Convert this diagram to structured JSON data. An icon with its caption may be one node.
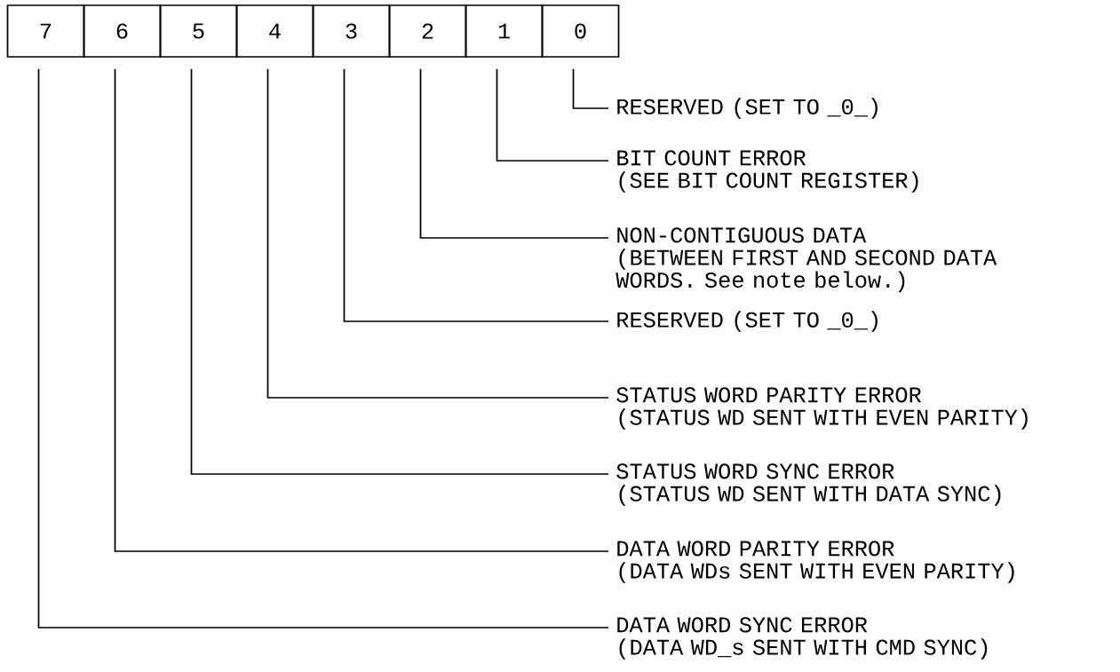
{
  "diagram": {
    "nodes": [
      {
        "text": [
          "7"
        ]
      },
      {
        "text": [
          "6"
        ]
      },
      {
        "text": [
          "5"
        ]
      },
      {
        "text": [
          "4"
        ]
      },
      {
        "text": [
          "3"
        ]
      },
      {
        "text": [
          "2"
        ]
      },
      {
        "text": [
          "1"
        ]
      },
      {
        "text": [
          "0"
        ]
      },
      {
        "text": [
          "RESERVED (SET TO _0_)"
        ]
      },
      {
        "text": [
          "BIT COUNT ERROR",
          "(SEE BIT COUNT REGISTER)"
        ]
      },
      {
        "text": [
          "NON-CONTIGUOUS DATA",
          "(BETWEEN FIRST AND SECOND DATA WORDS. See note below.)"
        ]
      },
      {
        "text": [
          "RESERVED (SET TO _0_)"
        ]
      },
      {
        "text": [
          "STATUS WORD PARITY ERROR",
          "(STATUS WD SENT WITH EVEN PARITY)"
        ]
      },
      {
        "text": [
          "STATUS WORD SYNC ERROR",
          "(STATUS WD SENT WITH DATA SYNC)"
        ]
      },
      {
        "text": [
          "DATA WORD PARITY ERROR",
          "(DATA WDs SENT WITH EVEN PARITY)"
        ]
      },
      {
        "text": [
          "DATA WORD SYNC ERROR",
          "(DATA WD_s SENT WITH CMD SYNC)"
        ]
      }
    ],
    "edges": [
      {
        "from": 7,
        "to": 8,
        "arrow": "none"
      },
      {
        "from": 6,
        "to": 9,
        "arrow": "none"
      },
      {
        "from": 5,
        "to": 10,
        "arrow": "none"
      },
      {
        "from": 4,
        "to": 11,
        "arrow": "none"
      },
      {
        "from": 3,
        "to": 12,
        "arrow": "none"
      },
      {
        "from": 2,
        "to": 13,
        "arrow": "none"
      },
      {
        "from": 1,
        "to": 14,
        "arrow": "none"
      },
      {
        "from": 0,
        "to": 15,
        "arrow": "none"
      }
    ]
  }
}
